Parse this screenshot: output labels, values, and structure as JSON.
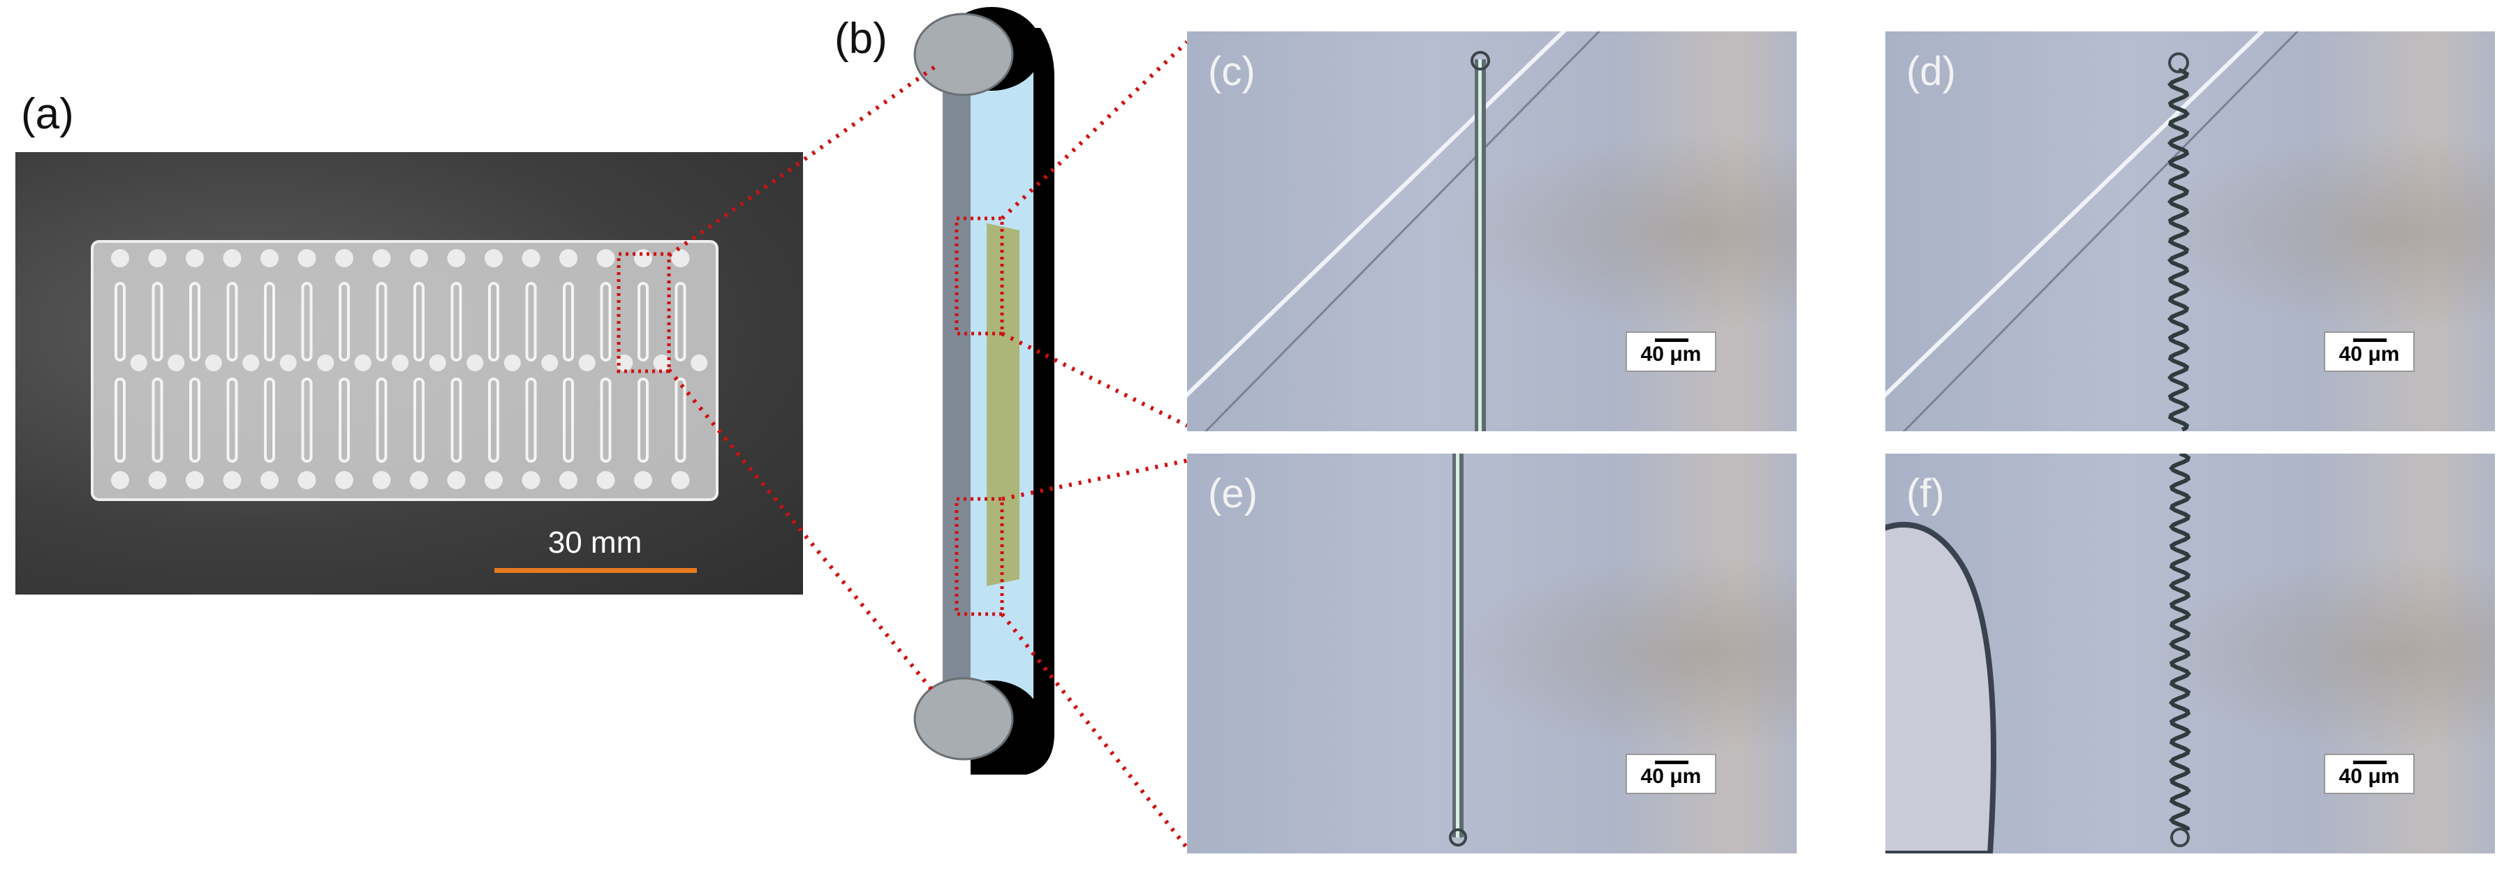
{
  "panels": {
    "a": "(a)",
    "b": "(b)",
    "c": "(c)",
    "d": "(d)",
    "e": "(e)",
    "f": "(f)"
  },
  "photo_a": {
    "scale_label": "30 mm"
  },
  "scalebars": {
    "c": "40 μm",
    "d": "40 μm",
    "e": "40 μm",
    "f": "40 μm"
  },
  "colors": {
    "callout_dotted_red": "#d01010",
    "scale_bar_orange": "#e87a1e",
    "chip_fill_green": "#a9b06a",
    "chip_glass_blue": "#bfe3f5",
    "holder_black": "#000000"
  }
}
